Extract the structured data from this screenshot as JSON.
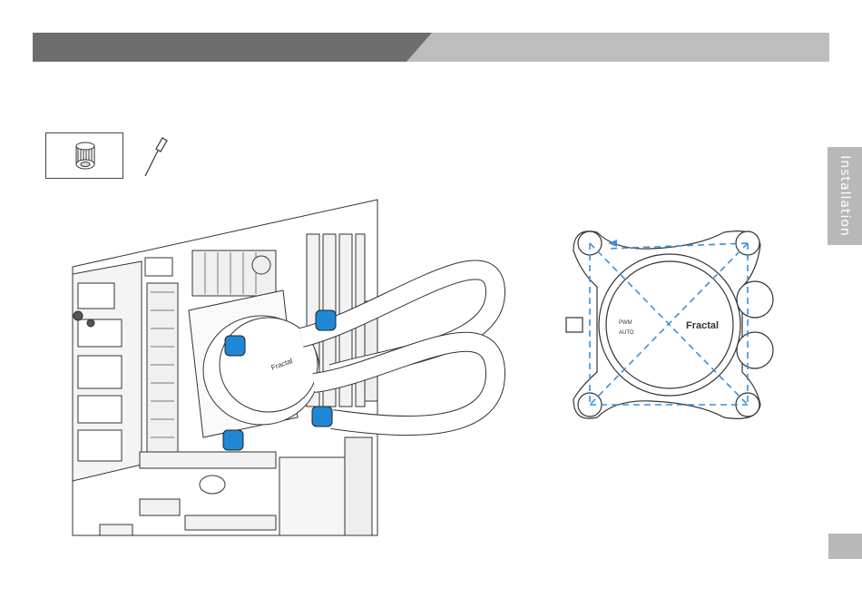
{
  "side_tab": {
    "label": "Installation"
  },
  "block_logo": {
    "text": "Fractal"
  },
  "block_labels": {
    "pwm": "PWM",
    "auto": "AUTO"
  },
  "colors": {
    "banner_dark": "#6e6e6e",
    "banner_light": "#bdbdbd",
    "tab_gray": "#b8b8b8",
    "standoff_blue": "#1e88d6",
    "guide_dash": "#3a8fd8",
    "line": "#333333"
  },
  "icons": [
    "thumbscrew-icon",
    "screwdriver-icon"
  ]
}
